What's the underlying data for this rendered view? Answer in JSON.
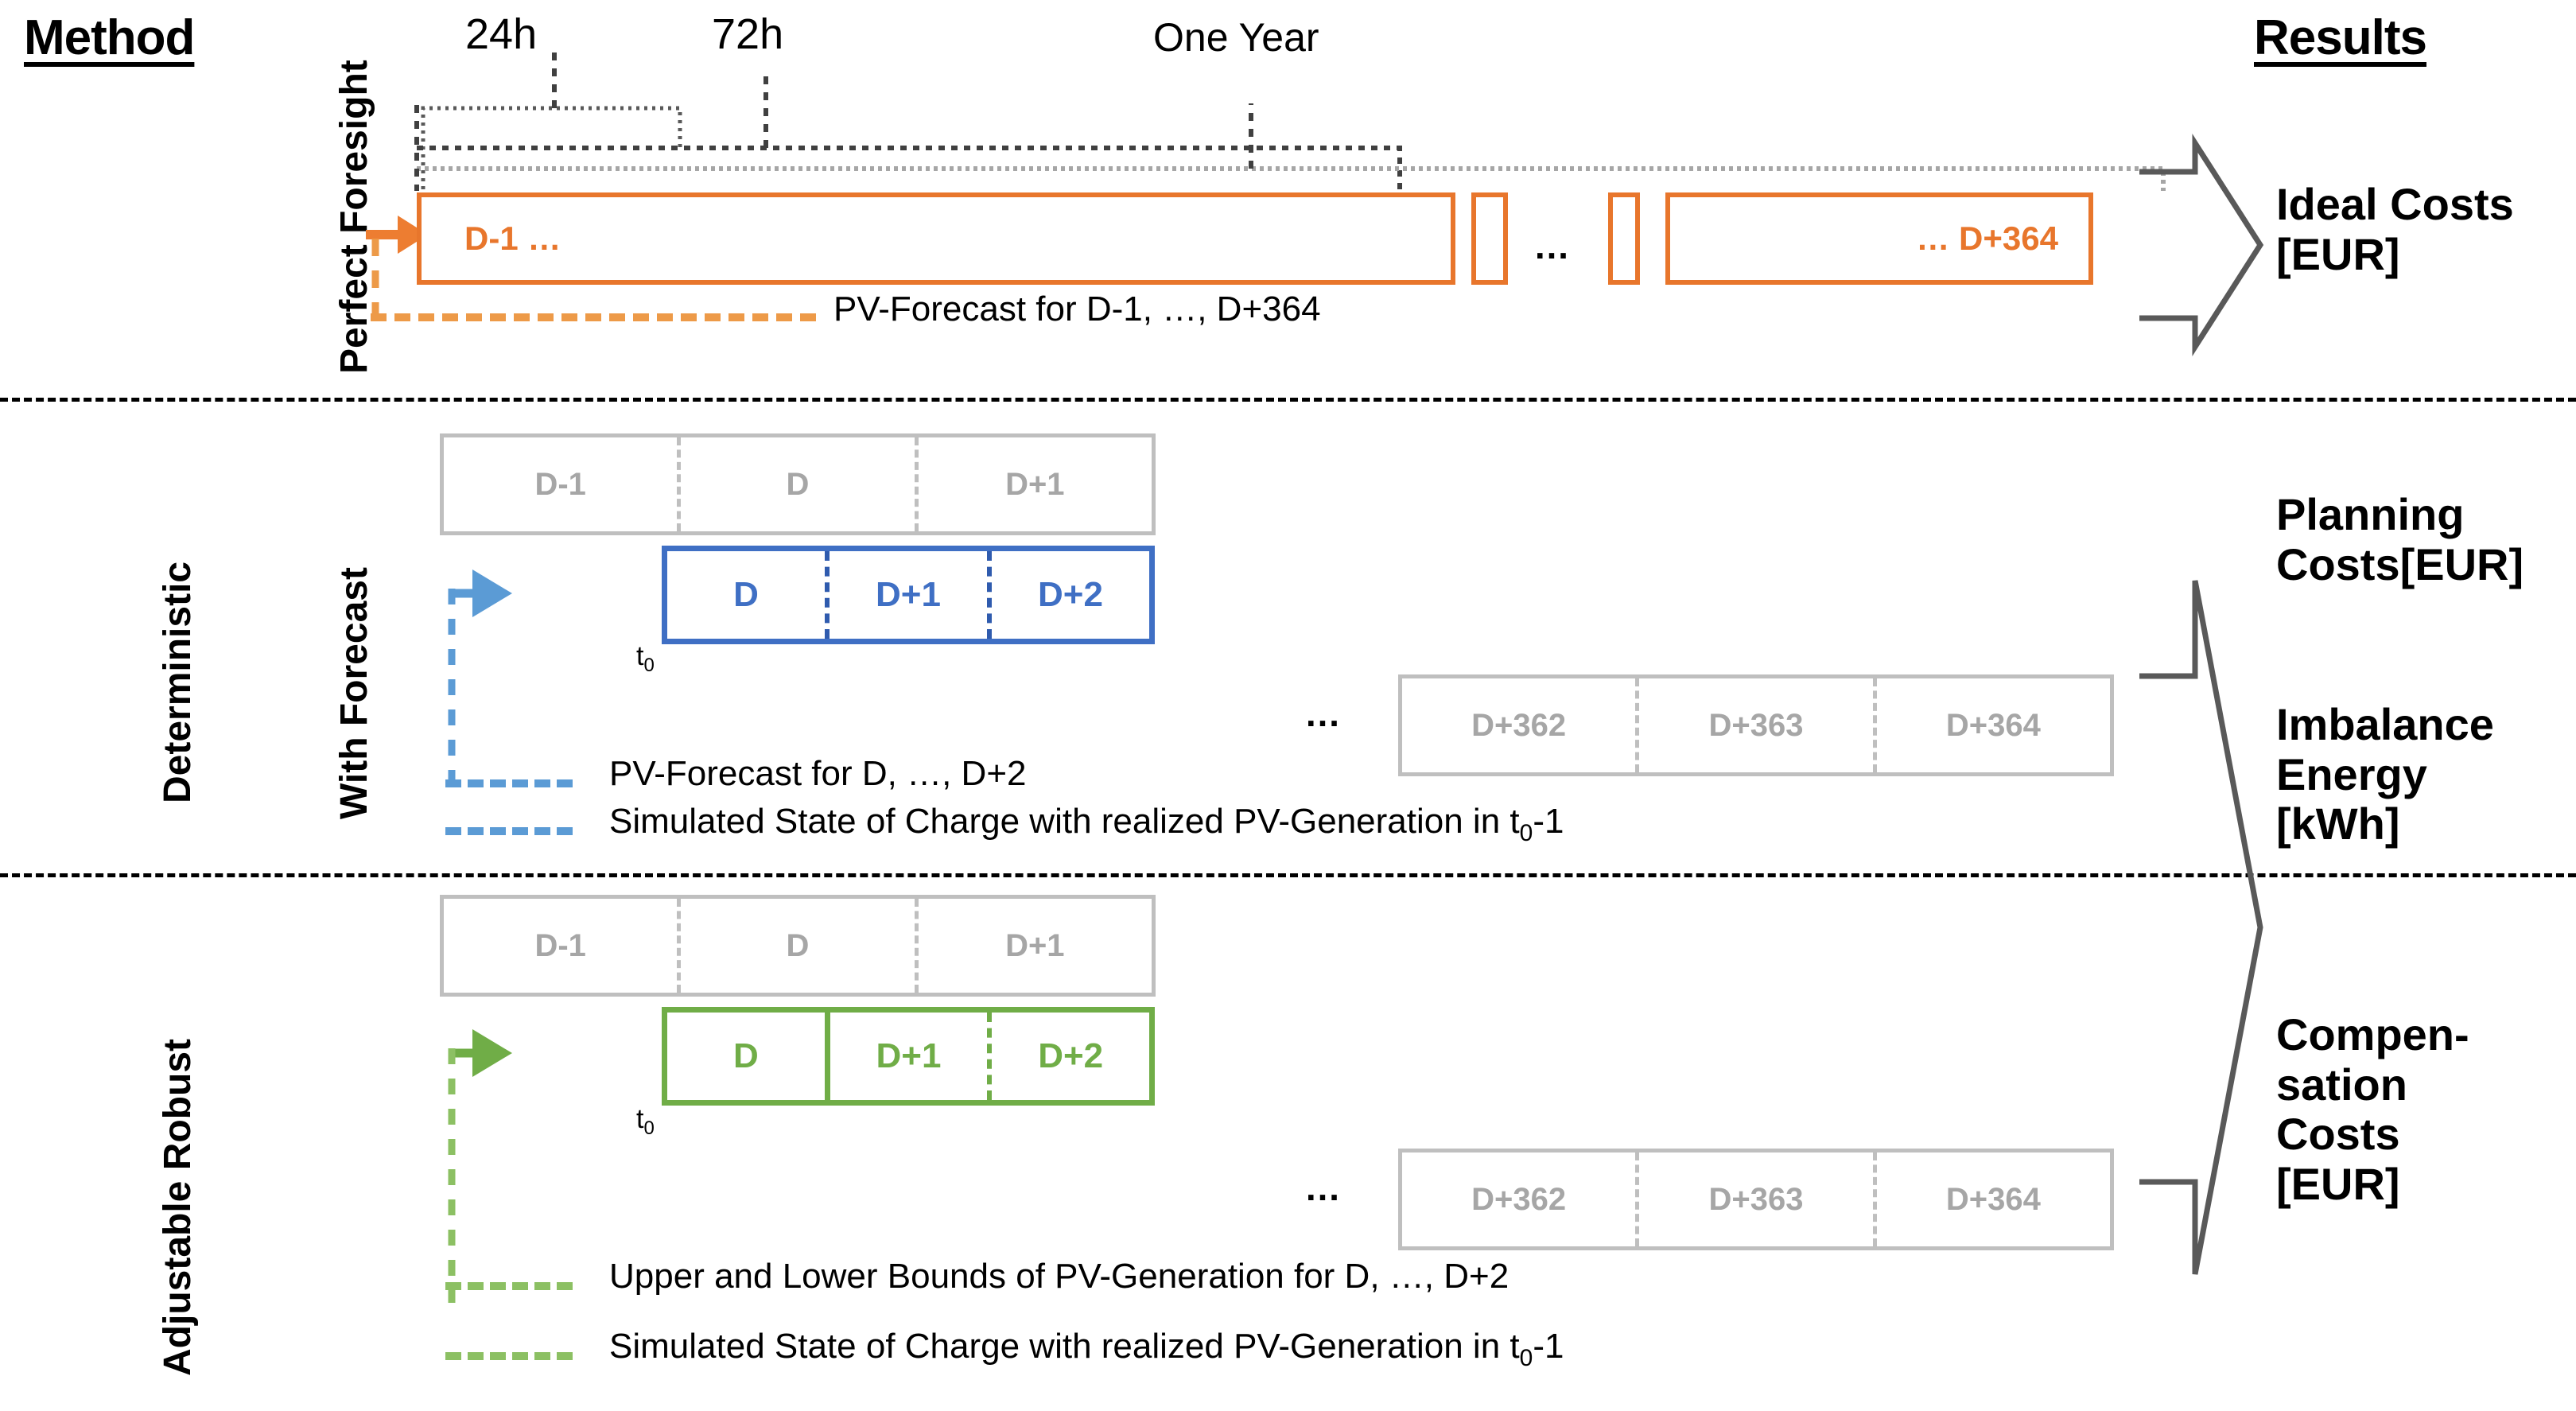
{
  "columns": {
    "method_header": "Method",
    "results_header": "Results"
  },
  "horizon_labels": {
    "h24": "24h",
    "h72": "72h",
    "year": "One Year"
  },
  "rows": {
    "deterministic_label": "Deterministic",
    "adjustable_robust_label": "Adjustable Robust",
    "perfect_foresight_label": "Perfect Foresight",
    "with_forecast_label": "With Forecast"
  },
  "perfect_foresight": {
    "first_bar_label": "D-1 …",
    "last_bar_label": "… D+364",
    "ellipsis": "…",
    "legend": [
      {
        "style": "dashed-orange",
        "text": "PV-Forecast for D-1, …, D+364"
      }
    ]
  },
  "with_forecast": {
    "grey_days": [
      "D-1",
      "D",
      "D+1"
    ],
    "active_days": [
      "D",
      "D+1",
      "D+2"
    ],
    "tail_days": [
      "D+362",
      "D+363",
      "D+364"
    ],
    "t0_label": "t",
    "t0_sub": "0",
    "ellipsis": "…",
    "legend": [
      {
        "style": "dashed-blue",
        "text": "PV-Forecast for D, …, D+2"
      },
      {
        "style": "dashed-blue",
        "text_pre": "Simulated State of Charge with realized PV-Generation in t",
        "text_sub": "0",
        "text_post": "-1"
      }
    ]
  },
  "adjustable_robust": {
    "grey_days": [
      "D-1",
      "D",
      "D+1"
    ],
    "active_days": [
      "D",
      "D+1",
      "D+2"
    ],
    "tail_days": [
      "D+362",
      "D+363",
      "D+364"
    ],
    "t0_label": "t",
    "t0_sub": "0",
    "ellipsis": "…",
    "legend": [
      {
        "style": "dashed-green",
        "text": "Upper and Lower Bounds of PV-Generation for D, …, D+2"
      },
      {
        "style": "dashed-green",
        "text_pre": "Simulated State of Charge with realized PV-Generation in t",
        "text_sub": "0",
        "text_post": "-1"
      }
    ]
  },
  "results": {
    "items": [
      {
        "title": "Ideal Costs",
        "unit": "[EUR]"
      },
      {
        "title": "Planning",
        "title2": "Costs[EUR]"
      },
      {
        "title": "Imbalance",
        "title2": "Energy",
        "unit": "[kWh]"
      },
      {
        "title": "Compen-",
        "title2": "sation",
        "title3": "Costs",
        "unit": "[EUR]"
      }
    ]
  },
  "colors": {
    "orange": "#E8762C",
    "blue": "#3F6FC4",
    "green": "#70AD47",
    "grey": "#BFBFBF",
    "grey_text": "#A6A6A6",
    "black": "#000000"
  }
}
